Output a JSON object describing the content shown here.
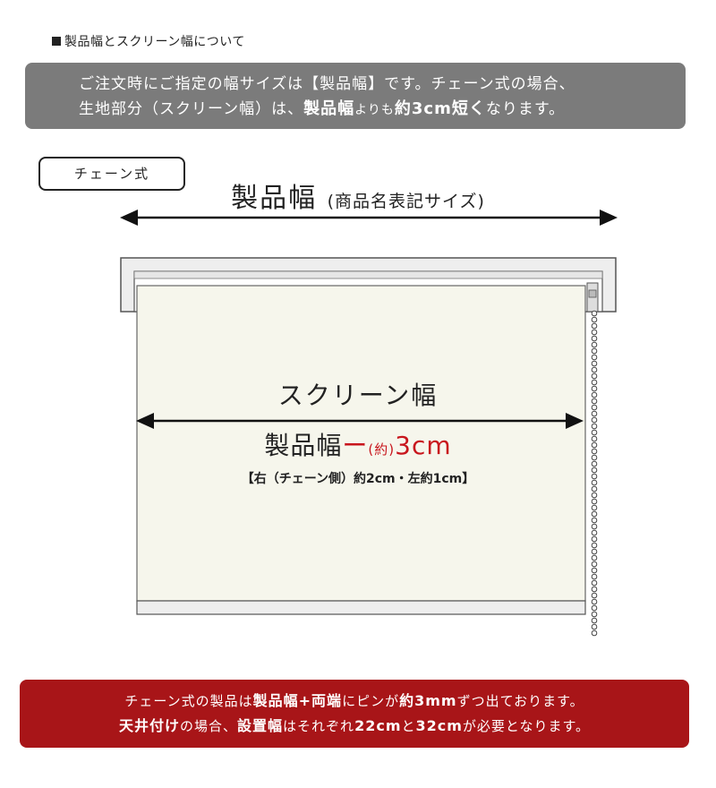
{
  "header": {
    "title": "製品幅とスクリーン幅について"
  },
  "gray_note": {
    "line1": "ご注文時にご指定の幅サイズは【製品幅】です。チェーン式の場合、",
    "line2_a": "生地部分（スクリーン幅）は、",
    "line2_b": "製品幅",
    "line2_c": "よりも",
    "line2_d": "約3cm短く",
    "line2_e": "なります。"
  },
  "tag": {
    "label": "チェーン式"
  },
  "product_width": {
    "main": "製品幅",
    "sub": "(商品名表記サイズ)"
  },
  "screen": {
    "label": "スクリーン幅",
    "formula_main": "製品幅",
    "formula_minus": "ー",
    "formula_approx": "(約)",
    "formula_value": "3cm",
    "detail": "【右（チェーン側）約2cm・左約1cm】"
  },
  "red_note": {
    "line1_a": "チェーン式の製品は",
    "line1_b": "製品幅+両端",
    "line1_c": "にピンが",
    "line1_d": "約3mm",
    "line1_e": "ずつ出ております。",
    "line2_a": "天井付け",
    "line2_b": "の場合、",
    "line2_c": "設置幅",
    "line2_d": "はそれぞれ",
    "line2_e": "22cm",
    "line2_f": "と",
    "line2_g": "32cm",
    "line2_h": "が必要となります。"
  },
  "colors": {
    "gray_band": "#7b7b7b",
    "red_band": "#a81518",
    "accent_red": "#c8161d",
    "fabric": "#f6f6ec",
    "frame": "#eeeeee"
  }
}
